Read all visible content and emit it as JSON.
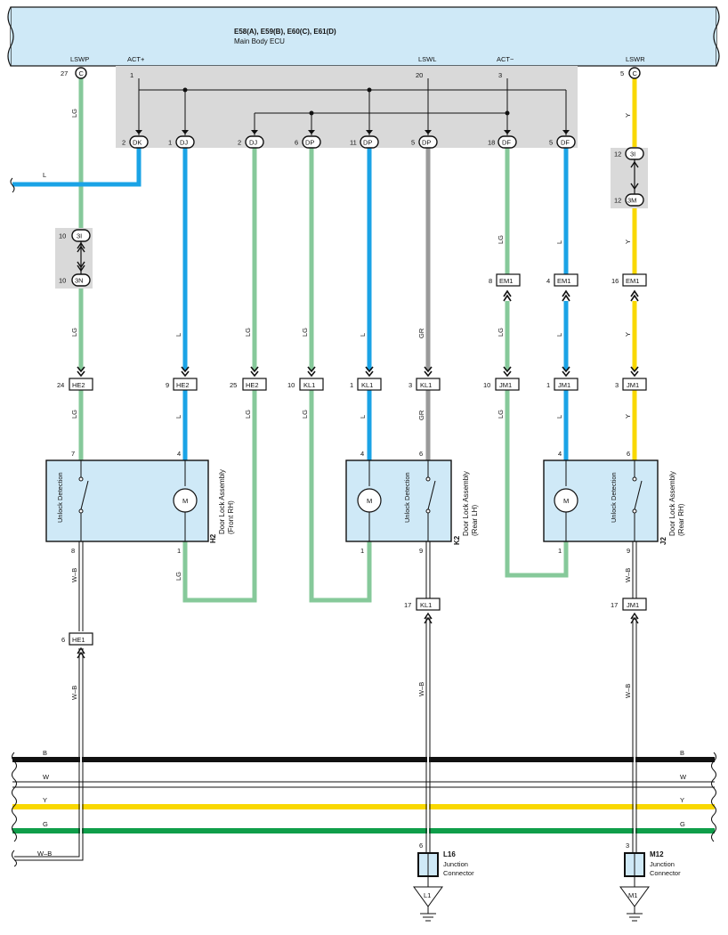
{
  "ecu": {
    "codes": "E58(A), E59(B), E60(C), E61(D)",
    "name": "Main Body ECU"
  },
  "ecu_pins": [
    {
      "name": "LSWP",
      "num": "27",
      "conn": "C"
    },
    {
      "name": "ACT+",
      "num": "1",
      "conn": ""
    },
    {
      "name": "LSWL",
      "num": "20",
      "conn": ""
    },
    {
      "name": "ACT−",
      "num": "3",
      "conn": ""
    },
    {
      "name": "LSWR",
      "num": "5",
      "conn": "C"
    }
  ],
  "relay_pins": [
    {
      "num": "2",
      "conn": "DK"
    },
    {
      "num": "1",
      "conn": "DJ"
    },
    {
      "num": "2",
      "conn": "DJ"
    },
    {
      "num": "6",
      "conn": "DP"
    },
    {
      "num": "11",
      "conn": "DP"
    },
    {
      "num": "5",
      "conn": "DP"
    },
    {
      "num": "18",
      "conn": "DF"
    },
    {
      "num": "5",
      "conn": "DF"
    }
  ],
  "colors": {
    "LG": "#86c99a",
    "L": "#1aa3e6",
    "Y": "#f9d800",
    "GR": "#9a9a9a",
    "B": "#111111",
    "G": "#0f9e4a",
    "W": "#ffffff",
    "ecu_fill": "#cfe9f7",
    "relay_fill": "#d9d9d9",
    "component_fill": "#cfe9f7"
  },
  "wire_labels": [
    "LG",
    "L",
    "Y",
    "GR",
    "W–B",
    "B",
    "W",
    "G"
  ],
  "left_pins": [
    {
      "num": "10",
      "conn": "3I"
    },
    {
      "num": "10",
      "conn": "3N"
    }
  ],
  "right_pins": [
    {
      "num": "12",
      "conn": "3I"
    },
    {
      "num": "12",
      "conn": "3M"
    }
  ],
  "em1": [
    {
      "num": "8",
      "conn": "EM1"
    },
    {
      "num": "4",
      "conn": "EM1"
    },
    {
      "num": "16",
      "conn": "EM1"
    }
  ],
  "row_conns": [
    {
      "num": "24",
      "conn": "HE2"
    },
    {
      "num": "9",
      "conn": "HE2"
    },
    {
      "num": "25",
      "conn": "HE2"
    },
    {
      "num": "10",
      "conn": "KL1"
    },
    {
      "num": "1",
      "conn": "KL1"
    },
    {
      "num": "3",
      "conn": "KL1"
    },
    {
      "num": "10",
      "conn": "JM1"
    },
    {
      "num": "1",
      "conn": "JM1"
    },
    {
      "num": "3",
      "conn": "JM1"
    }
  ],
  "components": [
    {
      "id": "H2",
      "name": "Door Lock Assembly",
      "sub": "(Front RH)",
      "switch": "Unlock Detection",
      "motor": "M",
      "pins_top": [
        "7",
        "4"
      ],
      "pins_bot": [
        "8",
        "1"
      ]
    },
    {
      "id": "K2",
      "name": "Door Lock Assembly",
      "sub": "(Rear LH)",
      "switch": "Unlock Detection",
      "motor": "M",
      "pins_top": [
        "4",
        "6"
      ],
      "pins_bot": [
        "1",
        "9"
      ]
    },
    {
      "id": "J2",
      "name": "Door Lock Assembly",
      "sub": "(Rear RH)",
      "switch": "Unlock Detection",
      "motor": "M",
      "pins_top": [
        "4",
        "6"
      ],
      "pins_bot": [
        "1",
        "9"
      ]
    }
  ],
  "lower_conns": [
    {
      "num": "6",
      "conn": "HE1"
    },
    {
      "num": "17",
      "conn": "KL1"
    },
    {
      "num": "17",
      "conn": "JM1"
    }
  ],
  "junctions": [
    {
      "id": "L16",
      "name": "Junction",
      "name2": "Connector",
      "pin": "6",
      "ground": "L1"
    },
    {
      "id": "M12",
      "name": "Junction",
      "name2": "Connector",
      "pin": "3",
      "ground": "M1"
    }
  ],
  "bus_labels": [
    "B",
    "W",
    "Y",
    "G"
  ],
  "bus_label_wb": "W–B"
}
